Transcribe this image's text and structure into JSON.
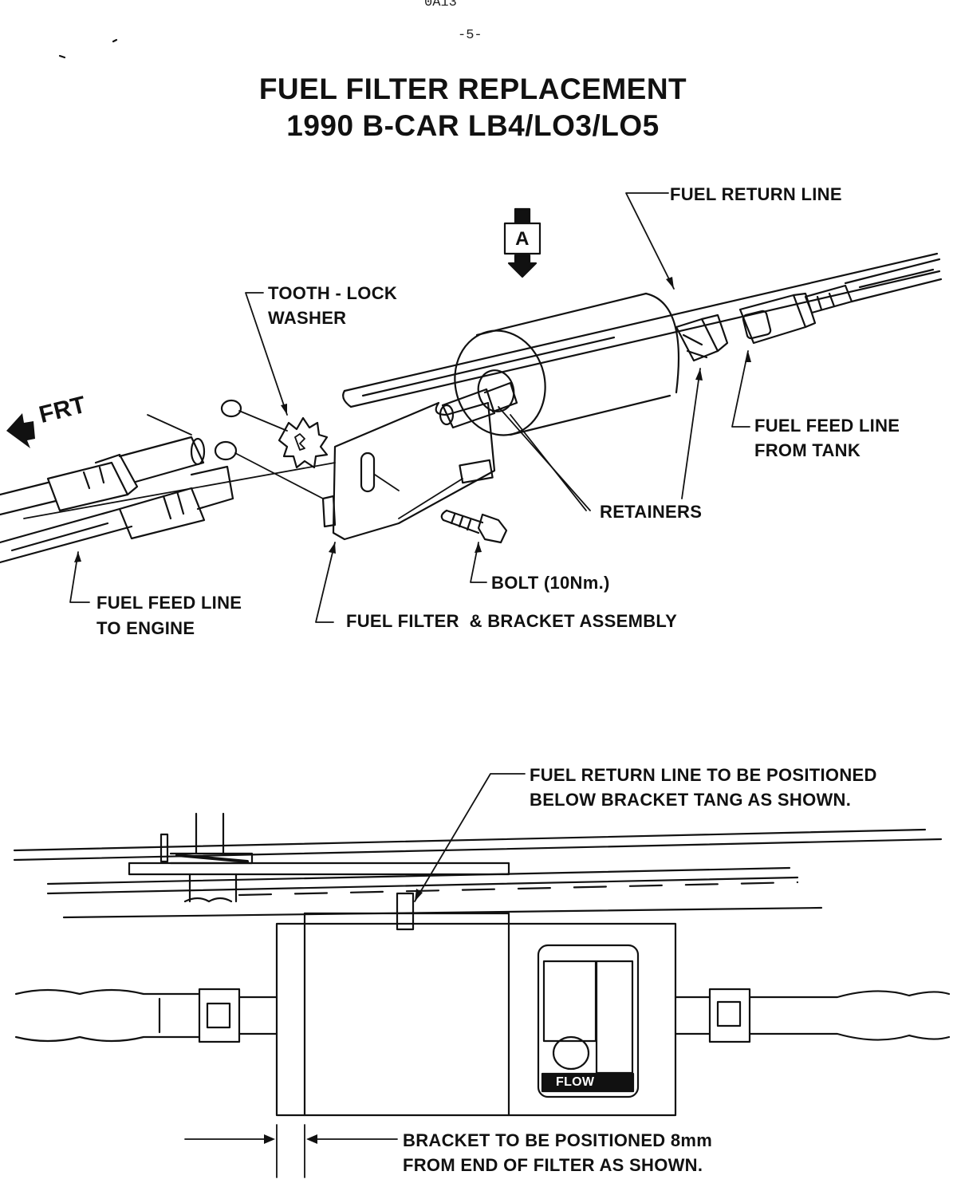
{
  "header": {
    "doc_code": "0A13",
    "page_number": "-5-"
  },
  "title": {
    "line1": "FUEL FILTER REPLACEMENT",
    "line2": "1990 B-CAR LB4/LO3/LO5"
  },
  "top_diagram": {
    "view_marker": "A",
    "direction_label": "FRT",
    "labels": {
      "fuel_return_line": "FUEL RETURN LINE",
      "tooth_lock_washer_1": "TOOTH - LOCK",
      "tooth_lock_washer_2": "WASHER",
      "fuel_feed_from_tank_1": "FUEL FEED LINE",
      "fuel_feed_from_tank_2": "FROM TANK",
      "retainers": "RETAINERS",
      "bolt": "BOLT (10Nm.)",
      "fuel_feed_to_engine_1": "FUEL FEED LINE",
      "fuel_feed_to_engine_2": "TO ENGINE",
      "filter_bracket_assembly": "FUEL FILTER  & BRACKET ASSEMBLY"
    }
  },
  "bottom_diagram": {
    "flow_label": "FLOW",
    "labels": {
      "return_line_note_1": "FUEL RETURN LINE TO BE POSITIONED",
      "return_line_note_2": "BELOW BRACKET TANG AS SHOWN.",
      "bracket_note_1": "BRACKET TO BE POSITIONED 8mm",
      "bracket_note_2": "FROM END OF FILTER AS SHOWN."
    }
  }
}
